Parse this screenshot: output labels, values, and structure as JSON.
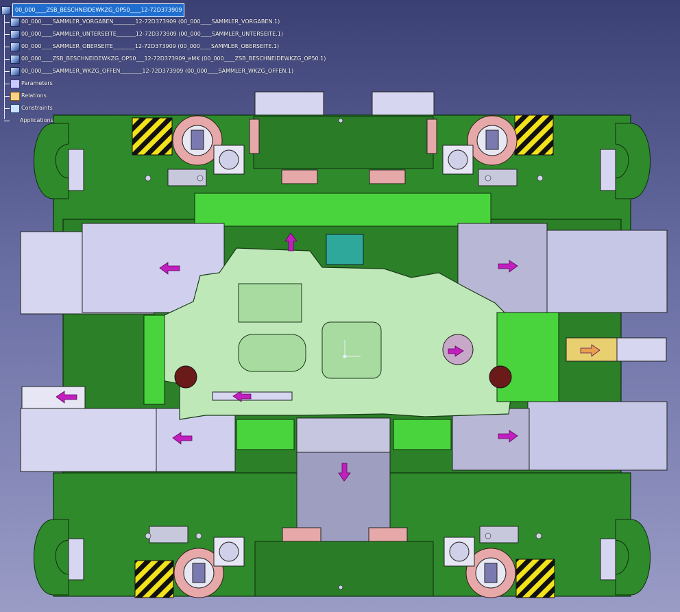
{
  "colors": {
    "background_top": "#3a3f74",
    "die_green": "#2f8a2c",
    "die_green_dark": "#1d5e1b",
    "insert_light_green": "#bfe8b8",
    "plate_lavender": "#d6d6f0",
    "pink_parts": "#e6a8a8",
    "hazard_yellow": "#f2e21a",
    "arrow_magenta": "#c21fbf",
    "tree_selection": "#1f6fd0"
  },
  "tree": {
    "root": {
      "label": "00_000____ZSB_BESCHNEIDEWKZG_OP50____12-72D373909",
      "icon": "product-icon"
    },
    "children": [
      {
        "label": "00_000____SAMMLER_VORGABEN________12-72D373909 (00_000____SAMMLER_VORGABEN.1)",
        "icon": "product-icon"
      },
      {
        "label": "00_000____SAMMLER_UNTERSEITE_______12-72D373909 (00_000____SAMMLER_UNTERSEITE.1)",
        "icon": "product-icon"
      },
      {
        "label": "00_000____SAMMLER_OBERSEITE________12-72D373909 (00_000____SAMMLER_OBERSEITE.1)",
        "icon": "product-icon"
      },
      {
        "label": "00_000____ZSB_BESCHNEIDEWKZG_OP50___12-72D373909_eMK (00_000____ZSB_BESCHNEIDEWKZG_OP50.1)",
        "icon": "product-icon"
      },
      {
        "label": "00_000____SAMMLER_WKZG_OFFEN________12-72D373909 (00_000____SAMMLER_WKZG_OFFEN.1)",
        "icon": "product-icon"
      },
      {
        "label": "Parameters",
        "icon": "parameters-icon"
      },
      {
        "label": "Relations",
        "icon": "relations-icon"
      },
      {
        "label": "Constraints",
        "icon": "constraints-icon"
      },
      {
        "label": "Applications",
        "icon": "applications-icon"
      }
    ]
  }
}
